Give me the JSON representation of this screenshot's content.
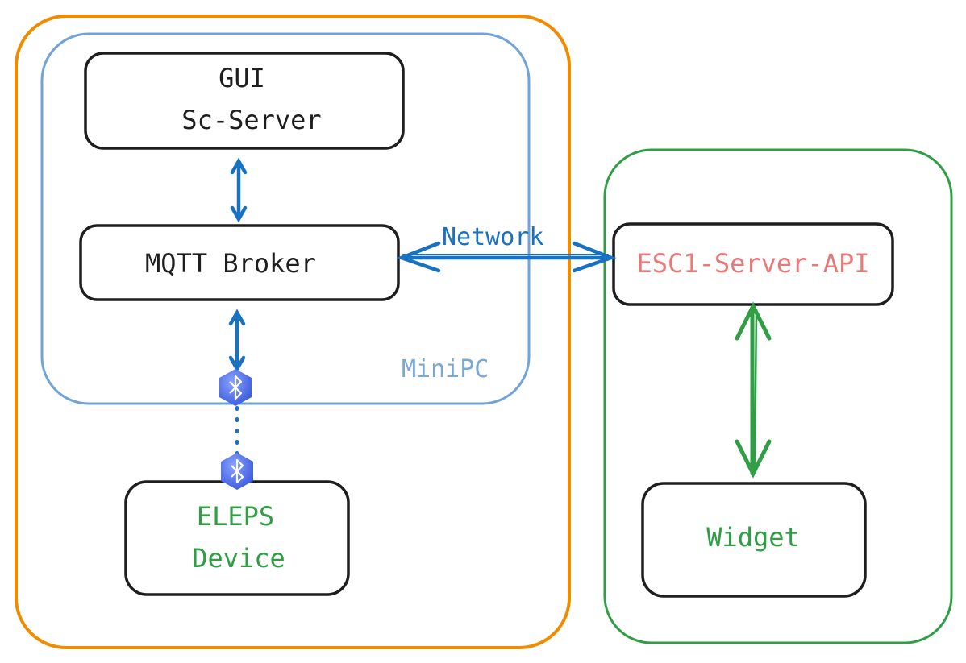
{
  "colors": {
    "outer_orange": "#f08c00",
    "minipc_blue": "#6fa3d9",
    "server_green": "#2f9e44",
    "arrow_blue": "#1971c2",
    "arrow_green": "#2f9e44",
    "box_black": "#1e1e1e",
    "text_black": "#1e1e1e",
    "text_green": "#2f9e44",
    "text_red": "#e03131",
    "text_minipc": "#7aa7d6",
    "bluetooth": "#4c6ef5"
  },
  "nodes": {
    "gui": {
      "line1": "GUI",
      "line2": "Sc-Server"
    },
    "mqtt": {
      "label": "MQTT Broker"
    },
    "eleps": {
      "line1": "ELEPS",
      "line2": "Device"
    },
    "esc1": {
      "label": "ESC1-Server-API"
    },
    "widget": {
      "label": "Widget"
    }
  },
  "groups": {
    "minipc": {
      "label": "MiniPC"
    }
  },
  "edges": {
    "network": {
      "label": "Network"
    }
  },
  "icons": {
    "bluetooth_top": "bluetooth-icon",
    "bluetooth_bottom": "bluetooth-icon"
  }
}
